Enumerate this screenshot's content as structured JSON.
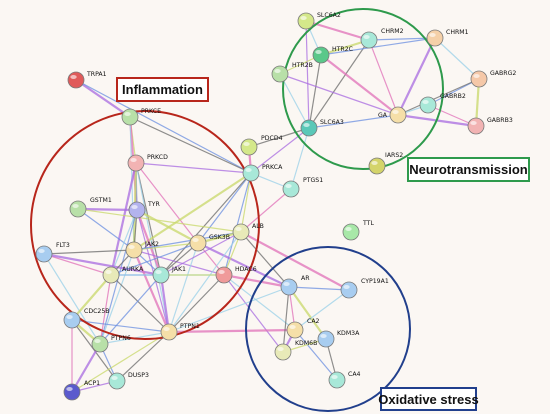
{
  "clusters": [
    {
      "key": "inflammation",
      "label": "Inflammation",
      "color": "#b8261b"
    },
    {
      "key": "neurotransmission",
      "label": "Neurotransmission",
      "color": "#2e9a4c"
    },
    {
      "key": "oxidative",
      "label": "Oxidative stress",
      "color": "#213f8c"
    }
  ],
  "nodes": [
    {
      "id": "TRPA1",
      "label": "TRPA1",
      "color": "#e05a5a"
    },
    {
      "id": "PRKCE",
      "label": "PRKCE",
      "color": "#b8e0a8"
    },
    {
      "id": "PRKCD",
      "label": "PRKCD",
      "color": "#f2b3b3"
    },
    {
      "id": "PRKCA",
      "label": "PRKCA",
      "color": "#a8e8d8"
    },
    {
      "id": "PDCD4",
      "label": "PDCD4",
      "color": "#d4e88a"
    },
    {
      "id": "PTGS1",
      "label": "PTGS1",
      "color": "#a8e8d8"
    },
    {
      "id": "GSTM1",
      "label": "GSTM1",
      "color": "#b8e0a8"
    },
    {
      "id": "TYR",
      "label": "TYR",
      "color": "#b3b3ee"
    },
    {
      "id": "FLT3",
      "label": "FLT3",
      "color": "#a8cdf0"
    },
    {
      "id": "JAK2",
      "label": "JAK2",
      "color": "#f5dfa8"
    },
    {
      "id": "GSK3B",
      "label": "GSK3B",
      "color": "#f5dfa8"
    },
    {
      "id": "ALB",
      "label": "ALB",
      "color": "#e8eab8"
    },
    {
      "id": "AURKA",
      "label": "AURKA",
      "color": "#e8eab8"
    },
    {
      "id": "JAK1",
      "label": "JAK1",
      "color": "#a8e8d8"
    },
    {
      "id": "HDAC6",
      "label": "HDAC6",
      "color": "#f09a9a"
    },
    {
      "id": "CDC25B",
      "label": "CDC25B",
      "color": "#a8cdf0"
    },
    {
      "id": "PTPN6",
      "label": "PTPN6",
      "color": "#b8e0a8"
    },
    {
      "id": "PTPN1",
      "label": "PTPN1",
      "color": "#f5dfa8"
    },
    {
      "id": "ACP1",
      "label": "ACP1",
      "color": "#5a5acd"
    },
    {
      "id": "DUSP3",
      "label": "DUSP3",
      "color": "#a8e8d8"
    },
    {
      "id": "TTL",
      "label": "TTL",
      "color": "#a8e8a8"
    },
    {
      "id": "AR",
      "label": "AR",
      "color": "#a8cdf0"
    },
    {
      "id": "CYP19A1",
      "label": "CYP19A1",
      "color": "#a8cdf0"
    },
    {
      "id": "CA2",
      "label": "CA2",
      "color": "#f5dfa8"
    },
    {
      "id": "KDM3A",
      "label": "KDM3A",
      "color": "#a8cdf0"
    },
    {
      "id": "KDM6B",
      "label": "KDM6B",
      "color": "#e8eab8"
    },
    {
      "id": "CA4",
      "label": "CA4",
      "color": "#a8e8d8"
    },
    {
      "id": "SLC6A2",
      "label": "SLC6A2",
      "color": "#d4e88a"
    },
    {
      "id": "CHRM2",
      "label": "CHRM2",
      "color": "#a8e8d8"
    },
    {
      "id": "CHRM1",
      "label": "CHRM1",
      "color": "#f5d0a8"
    },
    {
      "id": "HTR2C",
      "label": "HTR2C",
      "color": "#5ac88a"
    },
    {
      "id": "HTR2B",
      "label": "HTR2B",
      "color": "#b8e0a8"
    },
    {
      "id": "GABRG2",
      "label": "GABRG2",
      "color": "#f5c8a8"
    },
    {
      "id": "GABRB2",
      "label": "GABRB2",
      "color": "#a8e8d8"
    },
    {
      "id": "GA",
      "label": "GA",
      "color": "#f5dfa8"
    },
    {
      "id": "GABRB3",
      "label": "GABRB3",
      "color": "#f2b3b3"
    },
    {
      "id": "SLC6A3",
      "label": "SLC6A3",
      "color": "#5ac8b8"
    },
    {
      "id": "IARS2",
      "label": "IARS2",
      "color": "#d4d46a"
    }
  ],
  "edges": [
    [
      "TRPA1",
      "PRKCE"
    ],
    [
      "TRPA1",
      "PRKCA"
    ],
    [
      "PRKCE",
      "PRKCD"
    ],
    [
      "PRKCE",
      "PRKCA"
    ],
    [
      "PRKCE",
      "TYR"
    ],
    [
      "PRKCE",
      "JAK2"
    ],
    [
      "PRKCD",
      "PRKCA"
    ],
    [
      "PRKCD",
      "TYR"
    ],
    [
      "PRKCD",
      "JAK2"
    ],
    [
      "PRKCD",
      "JAK1"
    ],
    [
      "PRKCD",
      "GSK3B"
    ],
    [
      "PRKCD",
      "PTPN1"
    ],
    [
      "PRKCD",
      "AURKA"
    ],
    [
      "PRKCA",
      "GSK3B"
    ],
    [
      "PRKCA",
      "ALB"
    ],
    [
      "PRKCA",
      "JAK1"
    ],
    [
      "PRKCA",
      "PDCD4"
    ],
    [
      "PRKCA",
      "PTGS1"
    ],
    [
      "PRKCA",
      "SLC6A3"
    ],
    [
      "PRKCA",
      "HDAC6"
    ],
    [
      "PRKCA",
      "JAK2"
    ],
    [
      "PDCD4",
      "SLC6A3"
    ],
    [
      "PTGS1",
      "ALB"
    ],
    [
      "PTGS1",
      "SLC6A3"
    ],
    [
      "GSTM1",
      "TYR"
    ],
    [
      "GSTM1",
      "JAK2"
    ],
    [
      "GSTM1",
      "ALB"
    ],
    [
      "TYR",
      "JAK2"
    ],
    [
      "TYR",
      "JAK1"
    ],
    [
      "TYR",
      "AURKA"
    ],
    [
      "TYR",
      "PTPN1"
    ],
    [
      "TYR",
      "PTPN6"
    ],
    [
      "TYR",
      "GSK3B"
    ],
    [
      "FLT3",
      "JAK2"
    ],
    [
      "FLT3",
      "AURKA"
    ],
    [
      "FLT3",
      "PTPN6"
    ],
    [
      "FLT3",
      "JAK1"
    ],
    [
      "JAK2",
      "JAK1"
    ],
    [
      "JAK2",
      "GSK3B"
    ],
    [
      "JAK2",
      "AURKA"
    ],
    [
      "JAK2",
      "PTPN1"
    ],
    [
      "JAK2",
      "PTPN6"
    ],
    [
      "JAK2",
      "HDAC6"
    ],
    [
      "JAK2",
      "ALB"
    ],
    [
      "GSK3B",
      "ALB"
    ],
    [
      "GSK3B",
      "JAK1"
    ],
    [
      "GSK3B",
      "HDAC6"
    ],
    [
      "GSK3B",
      "PTPN1"
    ],
    [
      "GSK3B",
      "AR"
    ],
    [
      "GSK3B",
      "AURKA"
    ],
    [
      "ALB",
      "HDAC6"
    ],
    [
      "ALB",
      "AR"
    ],
    [
      "ALB",
      "CYP19A1"
    ],
    [
      "ALB",
      "PTPN1"
    ],
    [
      "ALB",
      "JAK1"
    ],
    [
      "AURKA",
      "JAK1"
    ],
    [
      "AURKA",
      "CDC25B"
    ],
    [
      "AURKA",
      "PTPN1"
    ],
    [
      "AURKA",
      "PTPN6"
    ],
    [
      "AURKA",
      "HDAC6"
    ],
    [
      "JAK1",
      "PTPN1"
    ],
    [
      "JAK1",
      "PTPN6"
    ],
    [
      "JAK1",
      "HDAC6"
    ],
    [
      "HDAC6",
      "PTPN1"
    ],
    [
      "HDAC6",
      "AR"
    ],
    [
      "HDAC6",
      "CA2"
    ],
    [
      "HDAC6",
      "KDM6B"
    ],
    [
      "CDC25B",
      "PTPN1"
    ],
    [
      "CDC25B",
      "PTPN6"
    ],
    [
      "CDC25B",
      "DUSP3"
    ],
    [
      "CDC25B",
      "ACP1"
    ],
    [
      "PTPN6",
      "PTPN1"
    ],
    [
      "PTPN6",
      "ACP1"
    ],
    [
      "PTPN6",
      "DUSP3"
    ],
    [
      "PTPN1",
      "ACP1"
    ],
    [
      "PTPN1",
      "DUSP3"
    ],
    [
      "PTPN1",
      "CA2"
    ],
    [
      "PTPN1",
      "AR"
    ],
    [
      "ACP1",
      "DUSP3"
    ],
    [
      "AR",
      "CYP19A1"
    ],
    [
      "AR",
      "KDM3A"
    ],
    [
      "AR",
      "KDM6B"
    ],
    [
      "AR",
      "CA2"
    ],
    [
      "CYP19A1",
      "CA2"
    ],
    [
      "CA2",
      "KDM6B"
    ],
    [
      "CA2",
      "CA4"
    ],
    [
      "KDM3A",
      "KDM6B"
    ],
    [
      "CA4",
      "KDM3A"
    ],
    [
      "SLC6A2",
      "CHRM2"
    ],
    [
      "SLC6A2",
      "HTR2C"
    ],
    [
      "SLC6A2",
      "SLC6A3"
    ],
    [
      "CHRM2",
      "CHRM1"
    ],
    [
      "CHRM2",
      "HTR2C"
    ],
    [
      "CHRM2",
      "SLC6A3"
    ],
    [
      "CHRM2",
      "GA"
    ],
    [
      "CHRM1",
      "GABRG2"
    ],
    [
      "CHRM1",
      "GA"
    ],
    [
      "CHRM1",
      "HTR2C"
    ],
    [
      "HTR2C",
      "HTR2B"
    ],
    [
      "HTR2C",
      "SLC6A3"
    ],
    [
      "HTR2C",
      "GA"
    ],
    [
      "HTR2B",
      "SLC6A3"
    ],
    [
      "HTR2B",
      "GA"
    ],
    [
      "GABRG2",
      "GABRB2"
    ],
    [
      "GABRG2",
      "GABRB3"
    ],
    [
      "GABRG2",
      "GA"
    ],
    [
      "GABRB2",
      "GABRB3"
    ],
    [
      "GABRB2",
      "GA"
    ],
    [
      "GA",
      "GABRB3"
    ],
    [
      "GA",
      "SLC6A3"
    ]
  ]
}
